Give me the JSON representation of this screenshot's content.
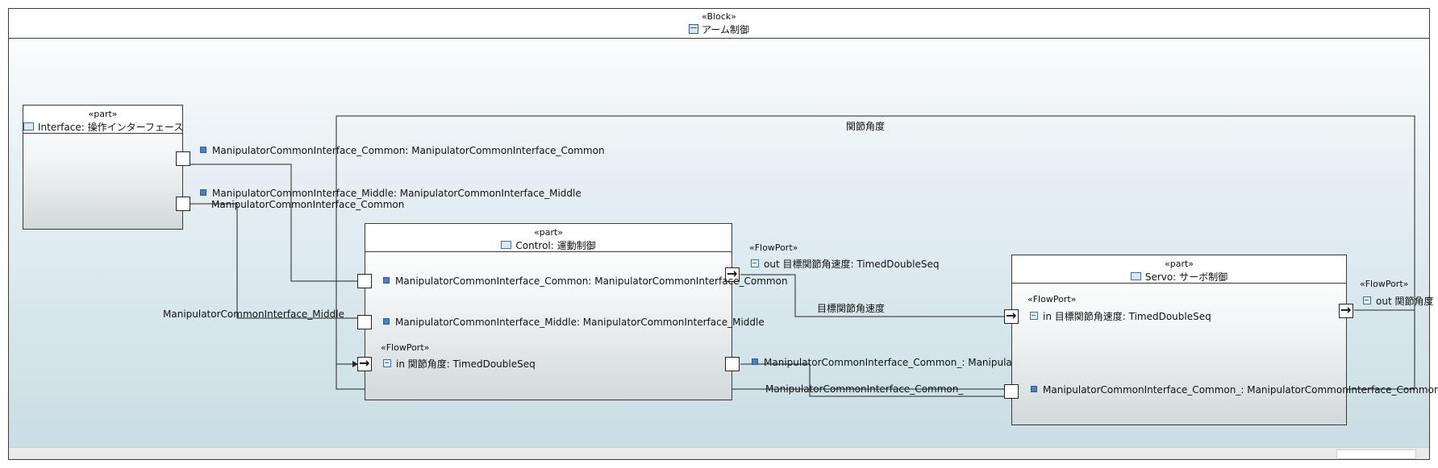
{
  "block": {
    "stereotype": "«Block»",
    "title": "アーム制御",
    "icon": "block-icon"
  },
  "container_label": "関節角度",
  "parts": {
    "interface": {
      "stereotype": "«part»",
      "title": "Interface: 操作インターフェース",
      "icon": "part-icon"
    },
    "control": {
      "stereotype": "«part»",
      "title": "Control: 運動制御",
      "icon": "part-icon"
    },
    "servo": {
      "stereotype": "«part»",
      "title": "Servo: サーボ制御",
      "icon": "part-icon"
    }
  },
  "ports": {
    "if_common": "ManipulatorCommonInterface_Common: ManipulatorCommonInterface_Common",
    "if_middle": "ManipulatorCommonInterface_Middle: ManipulatorCommonInterface_Middle",
    "ctl_common": "ManipulatorCommonInterface_Common: ManipulatorCommonInterface_Common",
    "ctl_middle": "ManipulatorCommonInterface_Middle: ManipulatorCommonInterface_Middle",
    "ctl_in_stereo": "«FlowPort»",
    "ctl_in": "in 関節角度: TimedDoubleSeq",
    "ctl_out_stereo": "«FlowPort»",
    "ctl_out": "out 目標関節角速度: TimedDoubleSeq",
    "ctl_common2": "ManipulatorCommonInterface_Common_: ManipulatorCommonInterface_Common",
    "servo_in_stereo": "«FlowPort»",
    "servo_in": "in 目標関節角速度: TimedDoubleSeq",
    "servo_common2": "ManipulatorCommonInterface_Common_: ManipulatorCommonInterface_Common",
    "servo_out_stereo": "«FlowPort»",
    "servo_out": "out 関節角度"
  },
  "connectors": {
    "common": "ManipulatorCommonInterface_Common",
    "middle": "ManipulatorCommonInterface_Middle",
    "target_velocity": "目標関節角速度",
    "common2": "ManipulatorCommonInterface_Common_"
  }
}
